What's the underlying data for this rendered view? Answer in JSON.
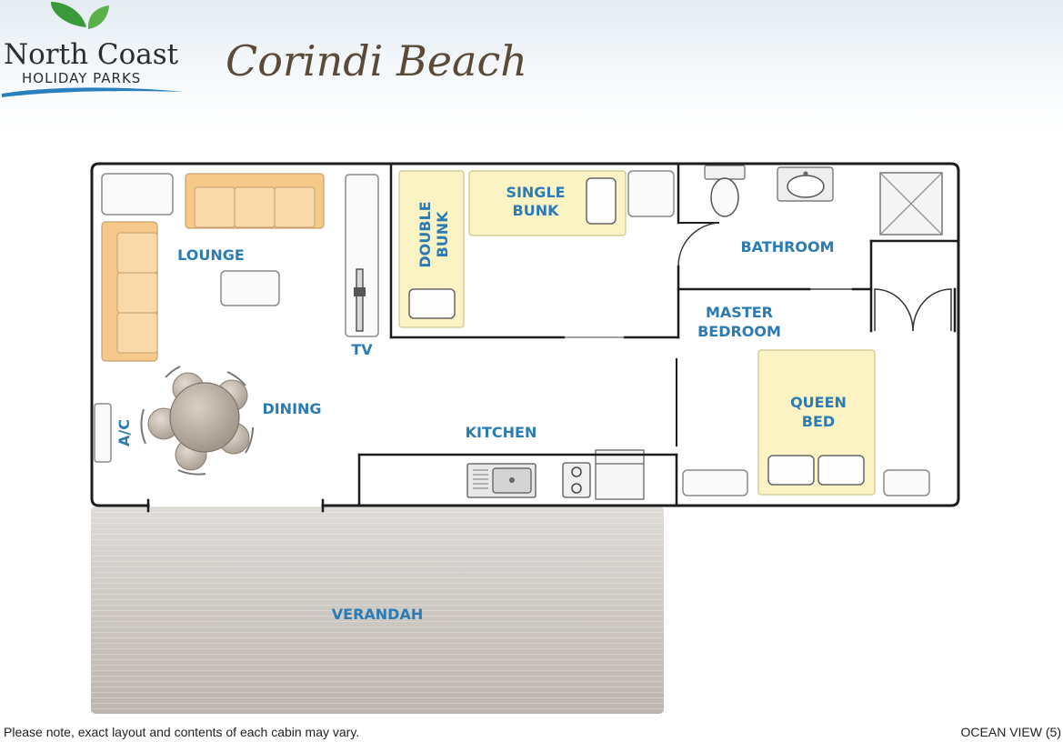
{
  "header": {
    "logo_line1": "North Coast",
    "logo_line2": "HOLIDAY PARKS",
    "park_name": "Corindi Beach"
  },
  "rooms": {
    "lounge": "LOUNGE",
    "tv": "TV",
    "dining": "DINING",
    "ac": "A/C",
    "double_bunk_line1": "DOUBLE",
    "double_bunk_line2": "BUNK",
    "single_bunk_line1": "SINGLE",
    "single_bunk_line2": "BUNK",
    "bathroom": "BATHROOM",
    "master_bedroom_line1": "MASTER",
    "master_bedroom_line2": "BEDROOM",
    "kitchen": "KITCHEN",
    "queen_bed_line1": "QUEEN",
    "queen_bed_line2": "BED",
    "verandah": "VERANDAH"
  },
  "footer": {
    "note": "Please note, exact layout and contents of each cabin may vary.",
    "view": "OCEAN VIEW (5)"
  },
  "colors": {
    "label_blue": "#2b7bb4",
    "sofa_orange": "#f6c98a",
    "bed_yellow": "#fbf3c4",
    "wall_dark": "#1d1d1d",
    "verandah": "#cfcac4",
    "logo_green": "#3a9a3a",
    "logo_blue": "#2a7fbf"
  }
}
